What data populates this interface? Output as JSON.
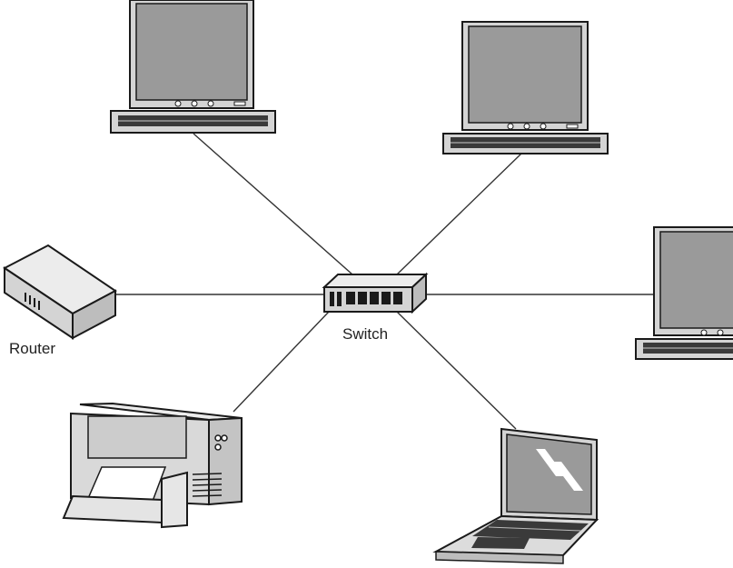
{
  "labels": {
    "switch": "Switch",
    "router": "Router"
  },
  "colors": {
    "screen": "#9a9a9a",
    "device_body": "#d4d4d4",
    "outline": "#1a1a1a",
    "link_line": "#333333",
    "keys": "#3a3a3a"
  },
  "devices": [
    {
      "id": "desktop-top-left",
      "kind": "desktop-monitor-icon"
    },
    {
      "id": "desktop-top-right",
      "kind": "desktop-monitor-icon"
    },
    {
      "id": "desktop-right",
      "kind": "desktop-monitor-icon"
    },
    {
      "id": "router",
      "kind": "router-icon"
    },
    {
      "id": "printer",
      "kind": "printer-icon"
    },
    {
      "id": "laptop",
      "kind": "laptop-icon"
    },
    {
      "id": "switch",
      "kind": "network-switch-icon"
    }
  ]
}
